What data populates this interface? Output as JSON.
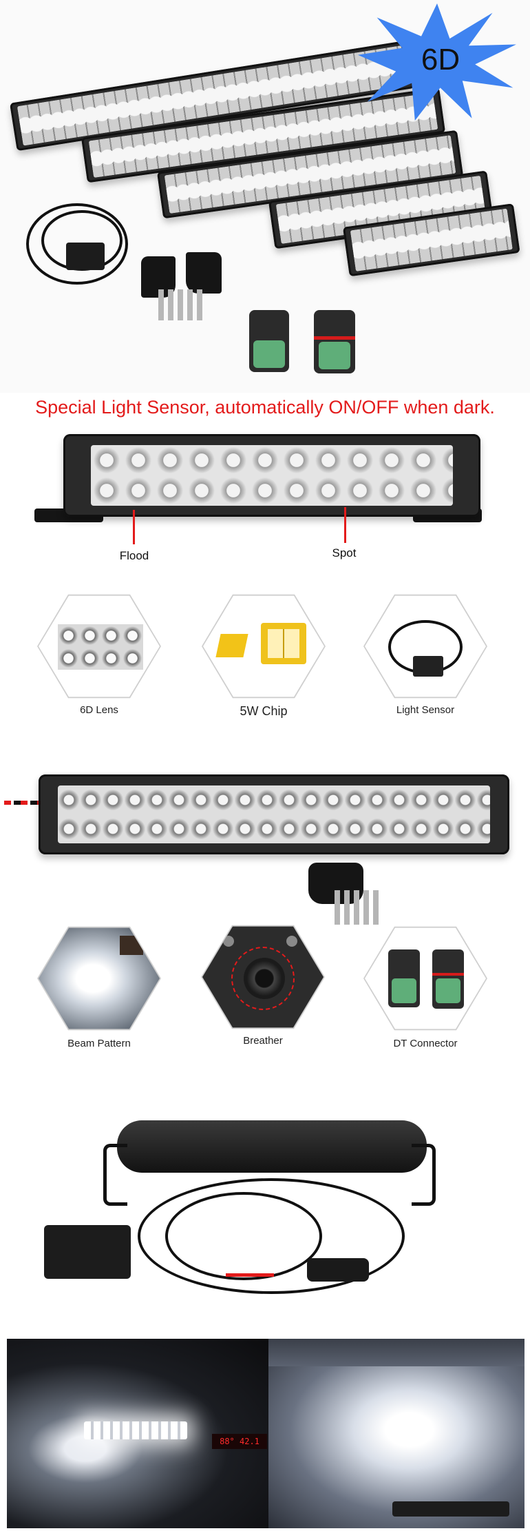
{
  "badge": {
    "text": "6D",
    "color": "#3f83f0"
  },
  "sensor_banner": {
    "text": "Special Light Sensor, automatically ON/OFF when dark.",
    "color": "#e31b1b"
  },
  "callouts": {
    "flood": "Flood",
    "spot": "Spot"
  },
  "features_row1": [
    {
      "label": "6D Lens"
    },
    {
      "label": "5W Chip"
    },
    {
      "label": "Light Sensor"
    }
  ],
  "features_row2": [
    {
      "label": "Beam Pattern"
    },
    {
      "label": "Breather"
    },
    {
      "label": "DT Connector"
    }
  ],
  "display_readout": "88°   42.1"
}
